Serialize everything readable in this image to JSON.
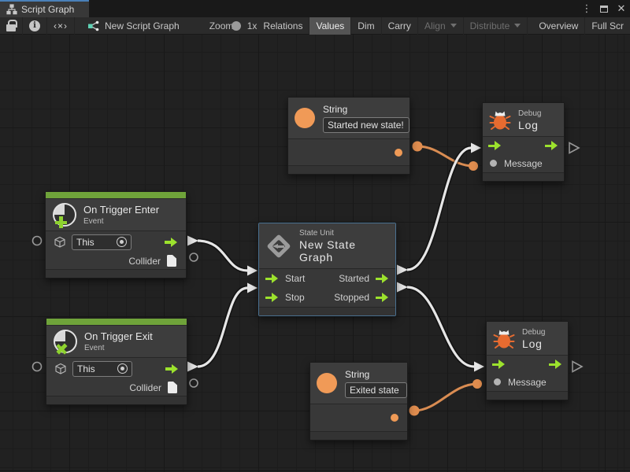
{
  "window": {
    "tab_title": "Script Graph",
    "menu_icon": "⋮",
    "close_icon": "✕"
  },
  "toolbar": {
    "code_icon_glyph": "‹×›",
    "graph_label": "New Script Graph",
    "zoom_label": "Zoom",
    "zoom_value": "1x",
    "views": [
      {
        "label": "Relations",
        "state": "normal"
      },
      {
        "label": "Values",
        "state": "active"
      },
      {
        "label": "Dim",
        "state": "normal"
      },
      {
        "label": "Carry",
        "state": "normal"
      },
      {
        "label": "Align",
        "state": "disabled",
        "dropdown": true
      },
      {
        "label": "Distribute",
        "state": "disabled",
        "dropdown": true
      },
      {
        "label": "Overview",
        "state": "normal"
      },
      {
        "label": "Full Scr",
        "state": "normal"
      }
    ]
  },
  "nodes": {
    "on_trigger_enter": {
      "title": "On Trigger Enter",
      "subtitle": "Event",
      "target_value": "This",
      "output_label": "Collider"
    },
    "on_trigger_exit": {
      "title": "On Trigger Exit",
      "subtitle": "Event",
      "target_value": "This",
      "output_label": "Collider"
    },
    "state_unit": {
      "kicker": "State Unit",
      "title": "New State Graph",
      "inputs": [
        "Start",
        "Stop"
      ],
      "outputs": [
        "Started",
        "Stopped"
      ]
    },
    "string_top": {
      "title": "String",
      "value": "Started new state!"
    },
    "string_bottom": {
      "title": "String",
      "value": "Exited state"
    },
    "debug_top": {
      "kicker": "Debug",
      "title": "Log",
      "input_label": "Message"
    },
    "debug_bottom": {
      "kicker": "Debug",
      "title": "Log",
      "input_label": "Message"
    }
  },
  "colors": {
    "flow_green": "#9ce22d",
    "event_header_green": "#6fa33a",
    "value_orange": "#ef9a56",
    "wire_orange": "#d98c52",
    "wire_white": "#e6e6e6",
    "selection_blue": "#4a7191",
    "bug_orange": "#e76b30",
    "tab_accent_blue": "#4a80b8"
  }
}
